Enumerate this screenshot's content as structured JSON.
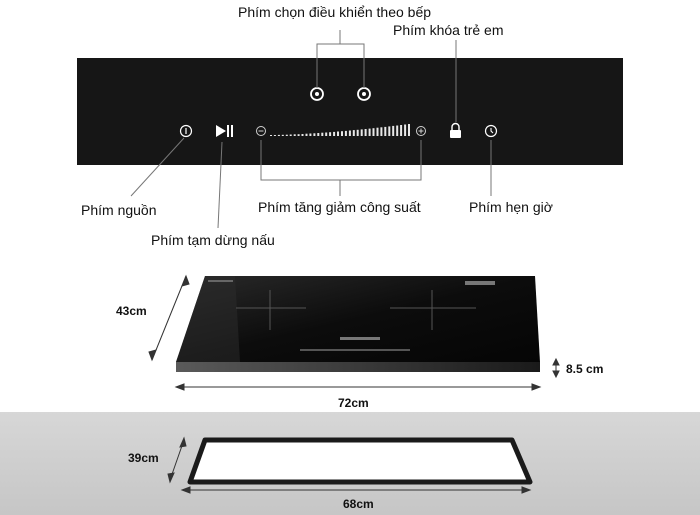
{
  "callouts": {
    "zone_select": "Phím chọn điều khiển theo bếp",
    "child_lock": "Phím khóa trẻ em",
    "power": "Phím nguồn",
    "pause": "Phím tạm dừng nấu",
    "power_level": "Phím tăng giảm công suất",
    "timer": "Phím hẹn giờ"
  },
  "dimensions": {
    "depth": "43cm",
    "width": "72cm",
    "height": "8.5 cm",
    "cutout_depth": "39cm",
    "cutout_width": "68cm"
  },
  "icons": {
    "power": "power-icon",
    "pause": "play-pause-icon",
    "minus": "minus-icon",
    "plus": "plus-icon",
    "zone_left": "zone-select-icon",
    "zone_right": "zone-select-icon",
    "lock": "lock-icon",
    "timer": "clock-icon"
  },
  "colors": {
    "panel": "#161616",
    "cooktop": "#0d0d0d",
    "background_band": "#cfcfcf"
  }
}
